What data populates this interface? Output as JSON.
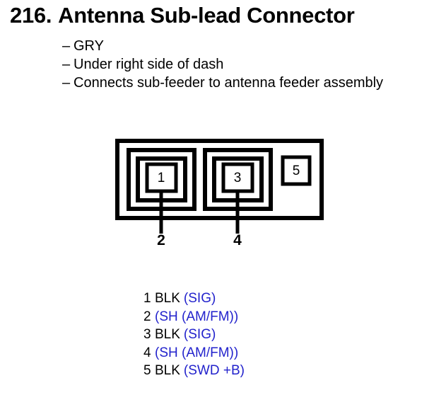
{
  "header": {
    "number": "216.",
    "title": "Antenna Sub-lead Connector",
    "bullet_marker": "–",
    "bullets": [
      "GRY",
      "Under right side of dash",
      "Connects sub-feeder to antenna feeder assembly"
    ]
  },
  "connector": {
    "cavity_labels": [
      "1",
      "3",
      "5"
    ],
    "leader_labels": [
      "2",
      "4"
    ]
  },
  "legend": {
    "rows": [
      {
        "num": "1",
        "wire": "BLK",
        "signal": "(SIG)"
      },
      {
        "num": "2",
        "wire": "",
        "signal": "(SH (AM/FM))"
      },
      {
        "num": "3",
        "wire": "BLK",
        "signal": "(SIG)"
      },
      {
        "num": "4",
        "wire": "",
        "signal": "(SH (AM/FM))"
      },
      {
        "num": "5",
        "wire": "BLK",
        "signal": "(SWD +B)"
      }
    ]
  },
  "colors": {
    "ink": "#000000",
    "signal_blue": "#2222cc",
    "background": "#ffffff"
  }
}
